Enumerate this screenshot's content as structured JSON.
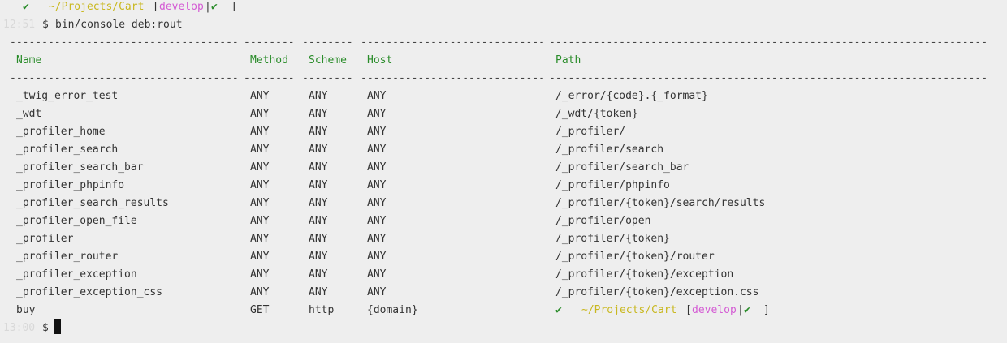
{
  "prompt": {
    "check": "✔",
    "path": "~/Projects/Cart",
    "bracket_open": "[",
    "branch": "develop",
    "pipe": "|",
    "status_check": "✔",
    "bracket_close": "]"
  },
  "command": {
    "time": "12:51",
    "dollar": "$",
    "text": "bin/console deb:rout"
  },
  "table": {
    "separator": {
      "name": "------------------------------------",
      "method": "--------",
      "scheme": "--------",
      "host": "-----------------------------",
      "path": "---------------------------------------------------------------------"
    },
    "headers": {
      "name": "Name",
      "method": "Method",
      "scheme": "Scheme",
      "host": "Host",
      "path": "Path"
    },
    "rows": [
      {
        "name": "_twig_error_test",
        "method": "ANY",
        "scheme": "ANY",
        "host": "ANY",
        "path": "/_error/{code}.{_format}"
      },
      {
        "name": "_wdt",
        "method": "ANY",
        "scheme": "ANY",
        "host": "ANY",
        "path": "/_wdt/{token}"
      },
      {
        "name": "_profiler_home",
        "method": "ANY",
        "scheme": "ANY",
        "host": "ANY",
        "path": "/_profiler/"
      },
      {
        "name": "_profiler_search",
        "method": "ANY",
        "scheme": "ANY",
        "host": "ANY",
        "path": "/_profiler/search"
      },
      {
        "name": "_profiler_search_bar",
        "method": "ANY",
        "scheme": "ANY",
        "host": "ANY",
        "path": "/_profiler/search_bar"
      },
      {
        "name": "_profiler_phpinfo",
        "method": "ANY",
        "scheme": "ANY",
        "host": "ANY",
        "path": "/_profiler/phpinfo"
      },
      {
        "name": "_profiler_search_results",
        "method": "ANY",
        "scheme": "ANY",
        "host": "ANY",
        "path": "/_profiler/{token}/search/results"
      },
      {
        "name": "_profiler_open_file",
        "method": "ANY",
        "scheme": "ANY",
        "host": "ANY",
        "path": "/_profiler/open"
      },
      {
        "name": "_profiler",
        "method": "ANY",
        "scheme": "ANY",
        "host": "ANY",
        "path": "/_profiler/{token}"
      },
      {
        "name": "_profiler_router",
        "method": "ANY",
        "scheme": "ANY",
        "host": "ANY",
        "path": "/_profiler/{token}/router"
      },
      {
        "name": "_profiler_exception",
        "method": "ANY",
        "scheme": "ANY",
        "host": "ANY",
        "path": "/_profiler/{token}/exception"
      },
      {
        "name": "_profiler_exception_css",
        "method": "ANY",
        "scheme": "ANY",
        "host": "ANY",
        "path": "/_profiler/{token}/exception.css"
      },
      {
        "name": "buy",
        "method": "GET",
        "scheme": "http",
        "host": "{domain}",
        "path": ""
      }
    ]
  },
  "final_prompt": {
    "time": "13:00",
    "dollar": "$"
  },
  "colors": {
    "background": "#eeeeee",
    "header_green": "#2a8c2a",
    "path_yellow": "#c9b820",
    "branch_magenta": "#d45cd4",
    "timestamp_faint": "#d8d8d8"
  }
}
